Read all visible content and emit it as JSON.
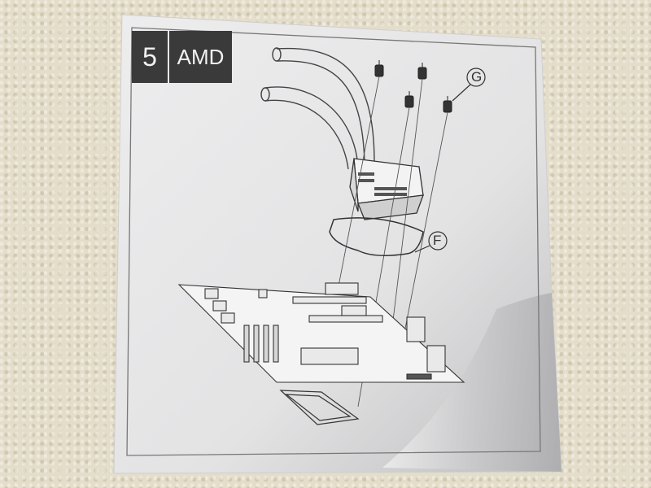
{
  "instruction_sheet": {
    "step_number": "5",
    "step_label": "AMD",
    "callouts": [
      "G",
      "F"
    ]
  },
  "colors": {
    "ink": "#333333",
    "paper": "#e9e9ea",
    "label_bg": "#3a3a3a",
    "carpet": "#e4ddca"
  }
}
